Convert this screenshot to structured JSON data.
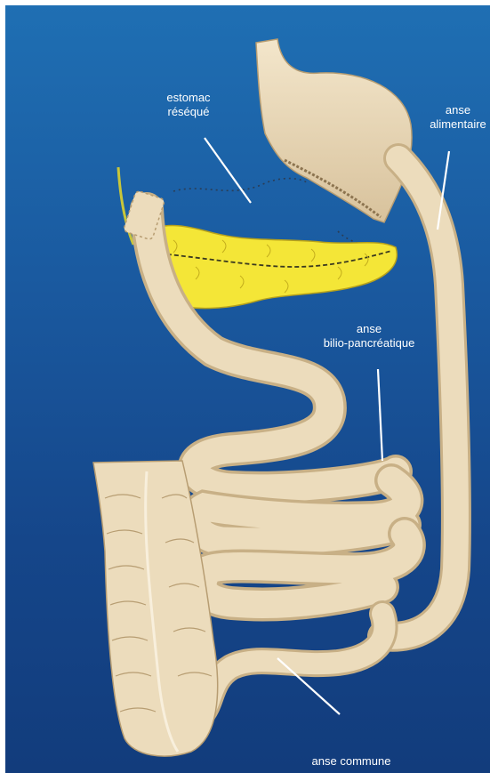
{
  "labels": {
    "estomac_line1": "estomac",
    "estomac_line2": "réséqué",
    "alimentaire_line1": "anse",
    "alimentaire_line2": "alimentaire",
    "bilio_line1": "anse",
    "bilio_line2": "bilio-pancréatique",
    "commune": "anse commune"
  },
  "colors": {
    "background": "#1a5aa0",
    "intestine": "#ecdcbc",
    "intestine_shadow": "#cdb68e",
    "pancreas": "#f4e637",
    "label_lines": "#ffffff"
  }
}
